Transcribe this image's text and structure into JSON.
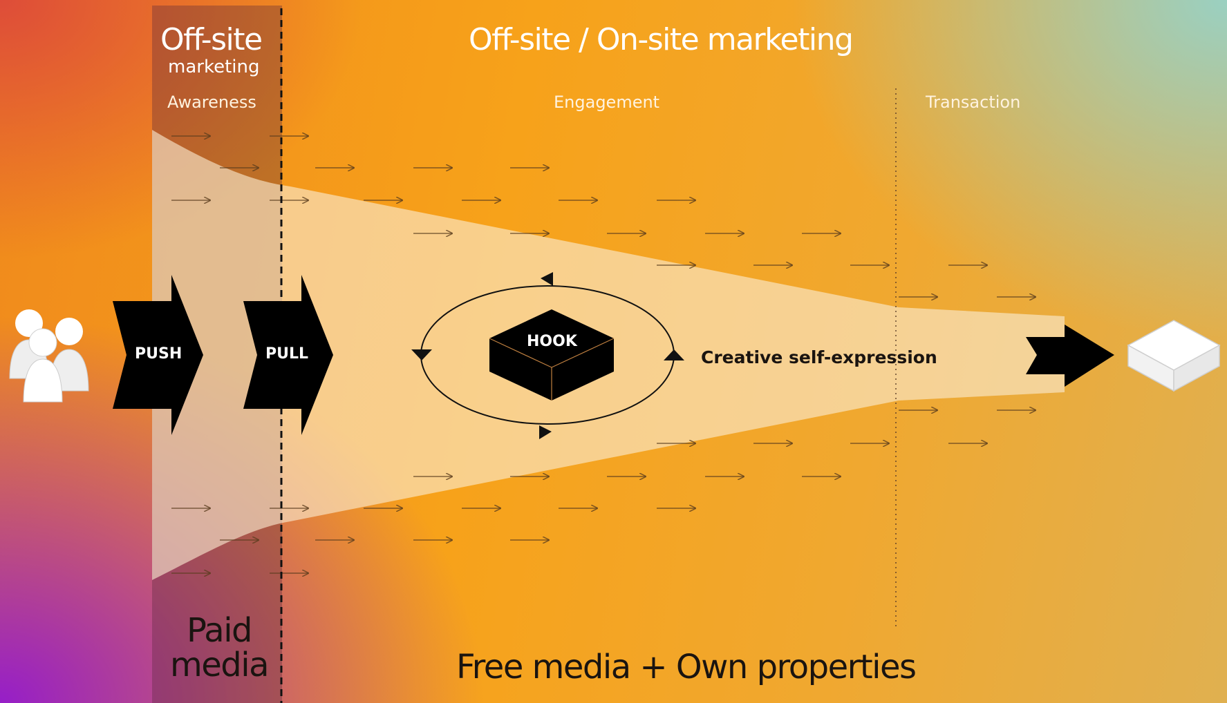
{
  "header": {
    "offsite_title": "Off-site",
    "offsite_subtitle": "marketing",
    "main_title": "Off-site / On-site marketing"
  },
  "stages": {
    "awareness": "Awareness",
    "engagement": "Engagement",
    "transaction": "Transaction"
  },
  "flow": {
    "push_label": "PUSH",
    "pull_label": "PULL",
    "hook_label": "HOOK",
    "creative_label": "Creative self-expression"
  },
  "footer": {
    "paid_media_line1": "Paid",
    "paid_media_line2": "media",
    "free_media": "Free media + Own properties"
  },
  "icons": {
    "people": "people-group-icon",
    "product": "product-box-icon",
    "cycle": "cycle-arrows-icon"
  },
  "colors": {
    "funnel": "#f8e2c4",
    "dark_band": "#5a2a40",
    "black_shape": "#000000"
  }
}
